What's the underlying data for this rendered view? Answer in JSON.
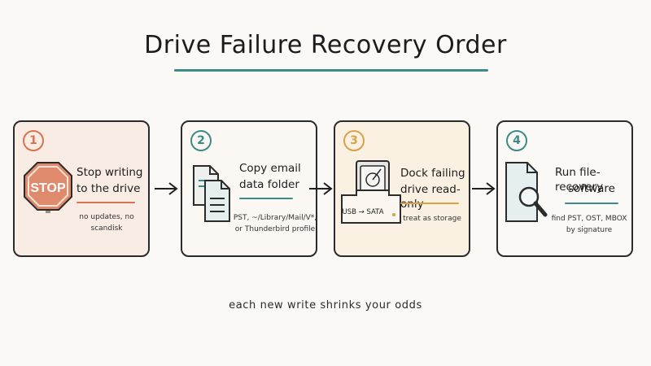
{
  "title": "Drive Failure Recovery Order",
  "steps": [
    {
      "number": "1",
      "heading_line1": "Stop writing",
      "heading_line2": "to the drive",
      "note_line1": "no updates, no scandisk",
      "note_line2": "",
      "accent": "#d9734f",
      "icon": "stop-sign-icon",
      "icon_text": "STOP"
    },
    {
      "number": "2",
      "heading_line1": "Copy email",
      "heading_line2": "data folder",
      "note_line1": "PST, ~/Library/Mail/V*,",
      "note_line2": "or Thunderbird profile",
      "accent": "#3e8a88",
      "icon": "copy-documents-icon",
      "icon_text": ""
    },
    {
      "number": "3",
      "heading_line1": "Dock failing",
      "heading_line2": "drive read-only",
      "note_line1": "treat as storage",
      "note_line2": "",
      "accent": "#d9a24a",
      "icon": "drive-dock-icon",
      "icon_text": "USB → SATA"
    },
    {
      "number": "4",
      "heading_line1": "Run file-recovery",
      "heading_line2": "software",
      "note_line1": "find PST, OST, MBOX",
      "note_line2": "by signature",
      "accent": "#3e8a88",
      "icon": "magnifier-document-icon",
      "icon_text": ""
    }
  ],
  "footer": "each new write shrinks your odds"
}
